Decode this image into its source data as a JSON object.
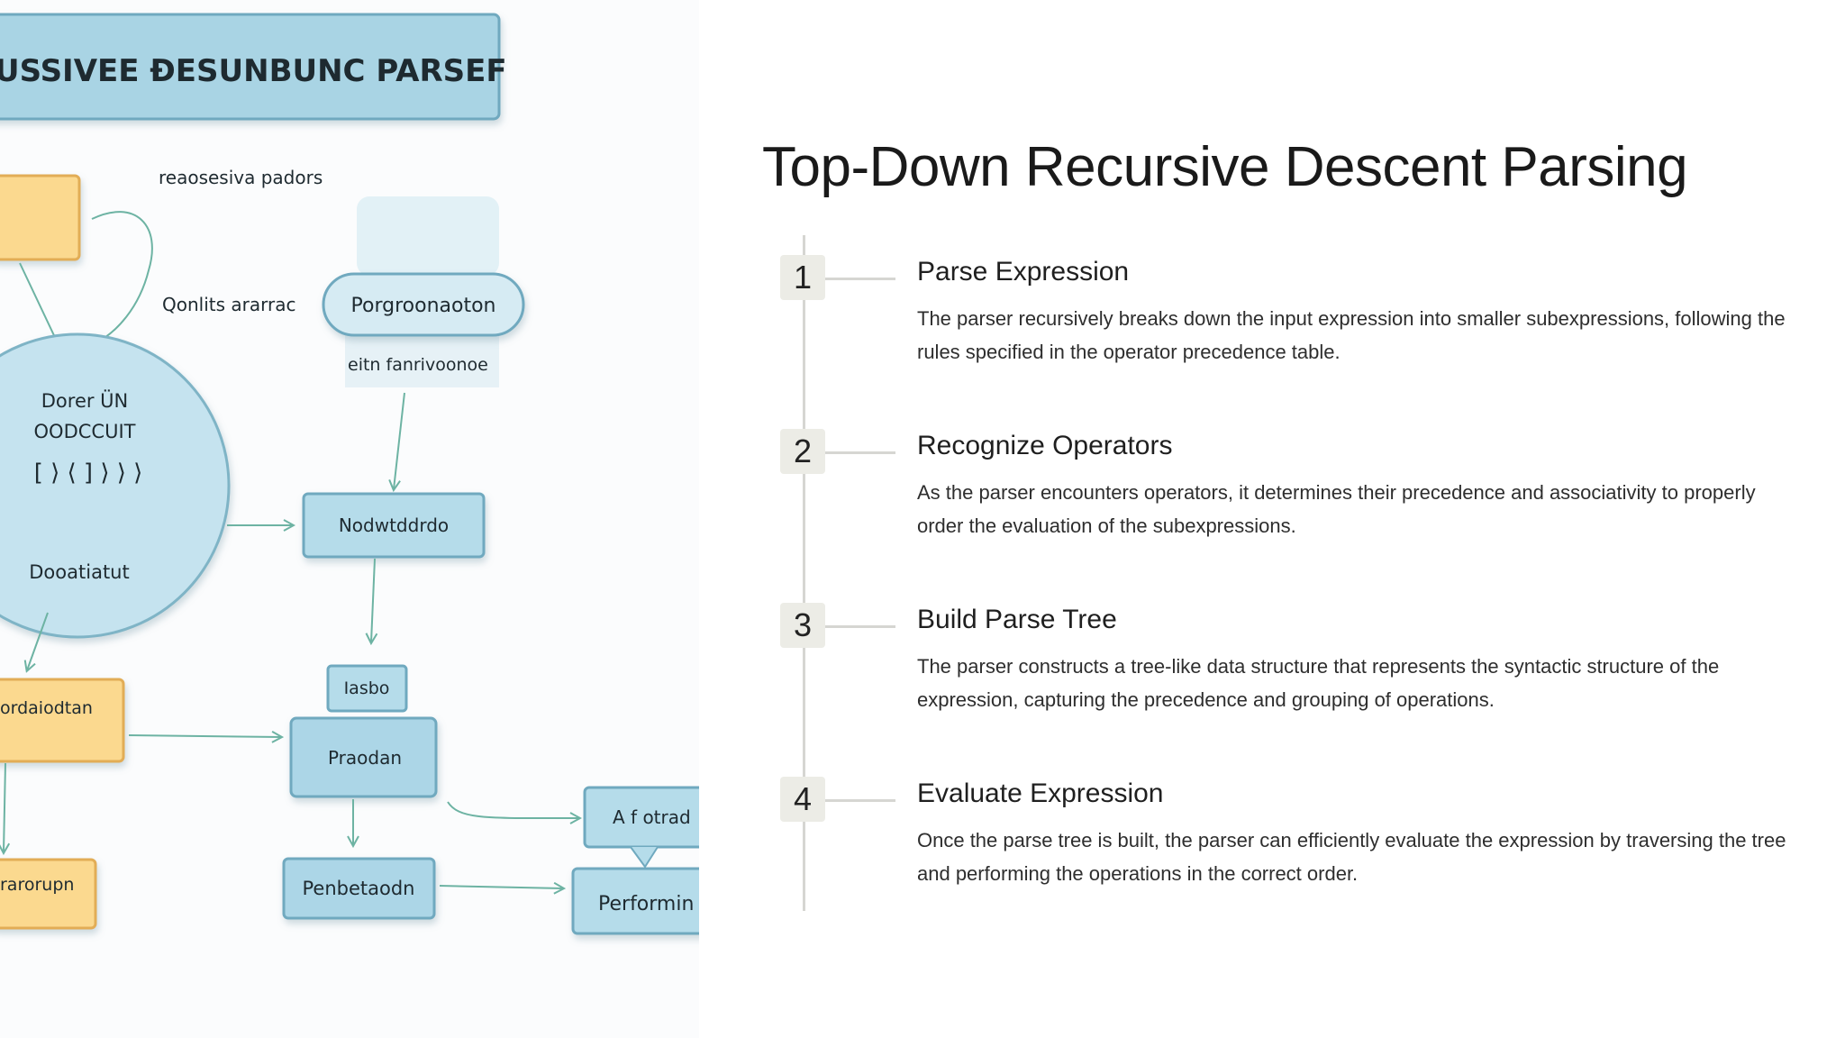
{
  "diagram": {
    "banner": "USSIVEE ĐESUNBUNC PARSEF",
    "label_top": "reaosesiva padors",
    "label_side": "Qonlits ararrac",
    "pill": "Porgroonaoton",
    "pill_sub": "eitn fanrivoonoe",
    "circle_line1": "Dorer ÜN",
    "circle_line2": "OODCCUIT",
    "circle_line3": "[ ⟩ ⟨ ] ⟩ ⟩ ⟩",
    "circle_line4": "Dooatiatut",
    "node_mid": "Nodwtddrdo",
    "node_small": "Iasbo",
    "node_praodan": "Praodan",
    "node_yellow_mid": "ordaiodtan",
    "node_yellow_bottom": "rarorupn",
    "node_penbet": "Penbetaodn",
    "node_callout": "A f otrad",
    "node_perform": "Performin",
    "colors": {
      "blue_fill": "#b5dcea",
      "blue_stroke": "#6fa9bf",
      "yellow_fill": "#fbd98f",
      "yellow_stroke": "#e2ad56",
      "arrow": "#6db3a3"
    }
  },
  "main": {
    "title": "Top-Down Recursive Descent Parsing",
    "steps": [
      {
        "number": "1",
        "title": "Parse Expression",
        "body": "The parser recursively breaks down the input expression into smaller subexpressions, following the rules specified in the operator precedence table."
      },
      {
        "number": "2",
        "title": "Recognize Operators",
        "body": "As the parser encounters operators, it determines their precedence and associativity to properly order the evaluation of the subexpressions."
      },
      {
        "number": "3",
        "title": "Build Parse Tree",
        "body": "The parser constructs a tree-like data structure that represents the syntactic structure of the expression, capturing the precedence and grouping of operations."
      },
      {
        "number": "4",
        "title": "Evaluate Expression",
        "body": "Once the parse tree is built, the parser can efficiently evaluate the expression by traversing the tree and performing the operations in the correct order."
      }
    ]
  }
}
